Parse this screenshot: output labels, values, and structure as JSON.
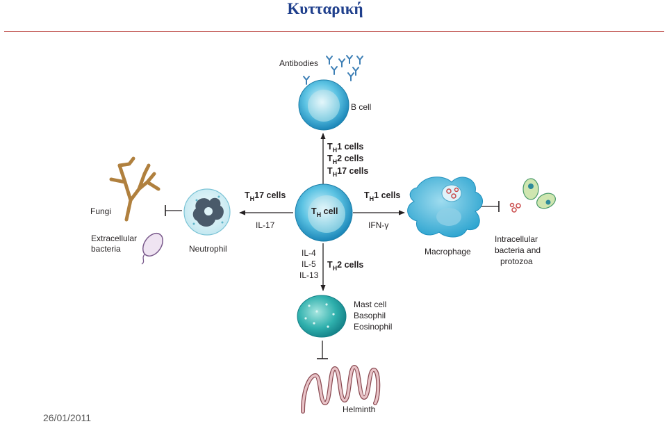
{
  "slide": {
    "title": "Κυτταρική",
    "date": "26/01/2011"
  },
  "diagram": {
    "center_cell": {
      "main": "T",
      "sub": "H",
      "rest": " cell"
    },
    "b_cell": "B cell",
    "antibodies": "Antibodies",
    "up_labels": [
      {
        "main": "T",
        "sub": "H",
        "rest": "1 cells"
      },
      {
        "main": "T",
        "sub": "H",
        "rest": "2 cells"
      },
      {
        "main": "T",
        "sub": "H",
        "rest": "17 cells"
      }
    ],
    "left_label": {
      "main": "T",
      "sub": "H",
      "rest": "17 cells"
    },
    "left_cytokine": "IL-17",
    "right_label": {
      "main": "T",
      "sub": "H",
      "rest": "1 cells"
    },
    "right_cytokine": "IFN-γ",
    "down_label": {
      "main": "T",
      "sub": "H",
      "rest": "2 cells"
    },
    "down_cytokines": [
      "IL-4",
      "IL-5",
      "IL-13"
    ],
    "neutrophil": "Neutrophil",
    "macrophage": "Macrophage",
    "fungi": "Fungi",
    "extracellular_bacteria": [
      "Extracellular",
      "bacteria"
    ],
    "intracellular": [
      "Intracellular",
      "bacteria and",
      "protozoa"
    ],
    "granulocytes": [
      "Mast cell",
      "Basophil",
      "Eosinophil"
    ],
    "helminth": "Helminth"
  }
}
